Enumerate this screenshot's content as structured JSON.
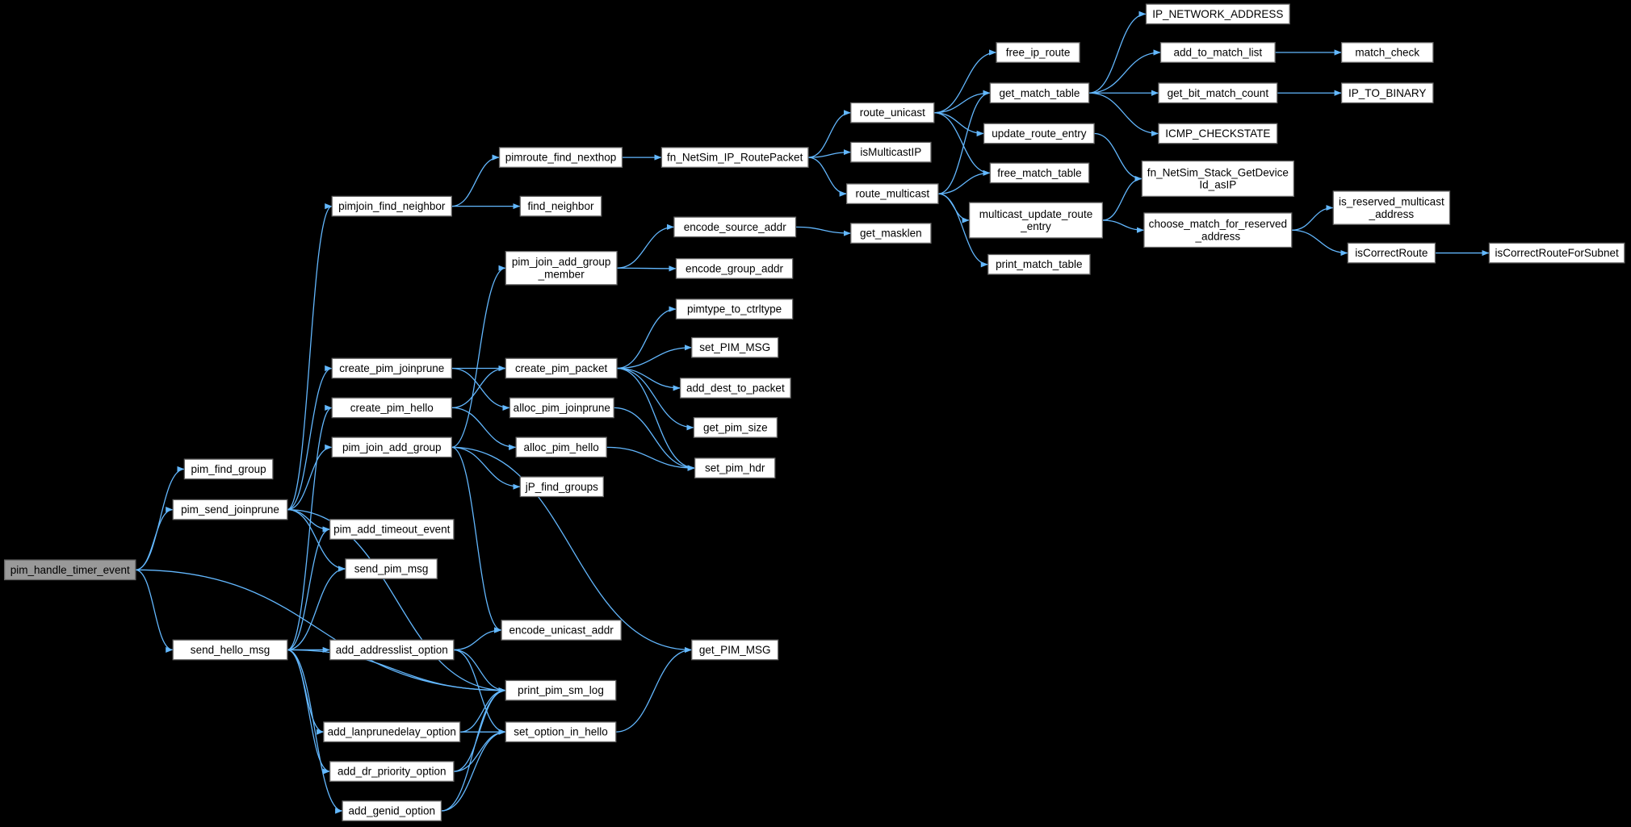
{
  "colors": {
    "background": "#000000",
    "edge": "#63B8FF",
    "node_fill": "#FFFFFF",
    "root_fill": "#999999",
    "node_border": "#666666"
  },
  "nodes": [
    {
      "id": "pim_handle_timer_event",
      "lines": [
        "pim_handle_timer_event"
      ],
      "root": true
    },
    {
      "id": "pim_find_group",
      "lines": [
        "pim_find_group"
      ]
    },
    {
      "id": "pim_send_joinprune",
      "lines": [
        "pim_send_joinprune"
      ]
    },
    {
      "id": "send_hello_msg",
      "lines": [
        "send_hello_msg"
      ]
    },
    {
      "id": "pimjoin_find_neighbor",
      "lines": [
        "pimjoin_find_neighbor"
      ]
    },
    {
      "id": "create_pim_joinprune",
      "lines": [
        "create_pim_joinprune"
      ]
    },
    {
      "id": "create_pim_hello",
      "lines": [
        "create_pim_hello"
      ]
    },
    {
      "id": "pim_join_add_group",
      "lines": [
        "pim_join_add_group"
      ]
    },
    {
      "id": "pim_add_timeout_event",
      "lines": [
        "pim_add_timeout_event"
      ]
    },
    {
      "id": "send_pim_msg",
      "lines": [
        "send_pim_msg"
      ]
    },
    {
      "id": "add_addresslist_option",
      "lines": [
        "add_addresslist_option"
      ]
    },
    {
      "id": "add_lanprunedelay_option",
      "lines": [
        "add_lanprunedelay_option"
      ]
    },
    {
      "id": "add_dr_priority_option",
      "lines": [
        "add_dr_priority_option"
      ]
    },
    {
      "id": "add_genid_option",
      "lines": [
        "add_genid_option"
      ]
    },
    {
      "id": "pimroute_find_nexthop",
      "lines": [
        "pimroute_find_nexthop"
      ]
    },
    {
      "id": "find_neighbor",
      "lines": [
        "find_neighbor"
      ]
    },
    {
      "id": "pim_join_add_group_member",
      "lines": [
        "pim_join_add_group",
        "_member"
      ]
    },
    {
      "id": "create_pim_packet",
      "lines": [
        "create_pim_packet"
      ]
    },
    {
      "id": "alloc_pim_joinprune",
      "lines": [
        "alloc_pim_joinprune"
      ]
    },
    {
      "id": "alloc_pim_hello",
      "lines": [
        "alloc_pim_hello"
      ]
    },
    {
      "id": "jP_find_groups",
      "lines": [
        "jP_find_groups"
      ]
    },
    {
      "id": "encode_unicast_addr",
      "lines": [
        "encode_unicast_addr"
      ]
    },
    {
      "id": "print_pim_sm_log",
      "lines": [
        "print_pim_sm_log"
      ]
    },
    {
      "id": "set_option_in_hello",
      "lines": [
        "set_option_in_hello"
      ]
    },
    {
      "id": "fn_NetSim_IP_RoutePacket",
      "lines": [
        "fn_NetSim_IP_RoutePacket"
      ]
    },
    {
      "id": "encode_source_addr",
      "lines": [
        "encode_source_addr"
      ]
    },
    {
      "id": "encode_group_addr",
      "lines": [
        "encode_group_addr"
      ]
    },
    {
      "id": "pimtype_to_ctrltype",
      "lines": [
        "pimtype_to_ctrltype"
      ]
    },
    {
      "id": "set_PIM_MSG",
      "lines": [
        "set_PIM_MSG"
      ]
    },
    {
      "id": "add_dest_to_packet",
      "lines": [
        "add_dest_to_packet"
      ]
    },
    {
      "id": "get_pim_size",
      "lines": [
        "get_pim_size"
      ]
    },
    {
      "id": "set_pim_hdr",
      "lines": [
        "set_pim_hdr"
      ]
    },
    {
      "id": "get_PIM_MSG",
      "lines": [
        "get_PIM_MSG"
      ]
    },
    {
      "id": "route_unicast",
      "lines": [
        "route_unicast"
      ]
    },
    {
      "id": "isMulticastIP",
      "lines": [
        "isMulticastIP"
      ]
    },
    {
      "id": "route_multicast",
      "lines": [
        "route_multicast"
      ]
    },
    {
      "id": "get_masklen",
      "lines": [
        "get_masklen"
      ]
    },
    {
      "id": "free_ip_route",
      "lines": [
        "free_ip_route"
      ]
    },
    {
      "id": "get_match_table",
      "lines": [
        "get_match_table"
      ]
    },
    {
      "id": "update_route_entry",
      "lines": [
        "update_route_entry"
      ]
    },
    {
      "id": "free_match_table",
      "lines": [
        "free_match_table"
      ]
    },
    {
      "id": "multicast_update_route_entry",
      "lines": [
        "multicast_update_route",
        "_entry"
      ]
    },
    {
      "id": "print_match_table",
      "lines": [
        "print_match_table"
      ]
    },
    {
      "id": "IP_NETWORK_ADDRESS",
      "lines": [
        "IP_NETWORK_ADDRESS"
      ]
    },
    {
      "id": "add_to_match_list",
      "lines": [
        "add_to_match_list"
      ]
    },
    {
      "id": "get_bit_match_count",
      "lines": [
        "get_bit_match_count"
      ]
    },
    {
      "id": "ICMP_CHECKSTATE",
      "lines": [
        "ICMP_CHECKSTATE"
      ]
    },
    {
      "id": "fn_NetSim_Stack_GetDeviceId_asIP",
      "lines": [
        "fn_NetSim_Stack_GetDevice",
        "Id_asIP"
      ]
    },
    {
      "id": "choose_match_for_reserved_address",
      "lines": [
        "choose_match_for_reserved",
        "_address"
      ]
    },
    {
      "id": "match_check",
      "lines": [
        "match_check"
      ]
    },
    {
      "id": "IP_TO_BINARY",
      "lines": [
        "IP_TO_BINARY"
      ]
    },
    {
      "id": "is_reserved_multicast_address",
      "lines": [
        "is_reserved_multicast",
        "_address"
      ]
    },
    {
      "id": "isCorrectRoute",
      "lines": [
        "isCorrectRoute"
      ]
    },
    {
      "id": "isCorrectRouteForSubnet",
      "lines": [
        "isCorrectRouteForSubnet"
      ]
    }
  ],
  "edges": [
    [
      "pim_handle_timer_event",
      "pim_find_group"
    ],
    [
      "pim_handle_timer_event",
      "pim_send_joinprune"
    ],
    [
      "pim_handle_timer_event",
      "send_hello_msg"
    ],
    [
      "pim_handle_timer_event",
      "print_pim_sm_log"
    ],
    [
      "pim_send_joinprune",
      "pimjoin_find_neighbor"
    ],
    [
      "pim_send_joinprune",
      "create_pim_joinprune"
    ],
    [
      "pim_send_joinprune",
      "pim_join_add_group"
    ],
    [
      "pim_send_joinprune",
      "pim_add_timeout_event"
    ],
    [
      "pim_send_joinprune",
      "send_pim_msg"
    ],
    [
      "pim_send_joinprune",
      "print_pim_sm_log"
    ],
    [
      "send_hello_msg",
      "create_pim_hello"
    ],
    [
      "send_hello_msg",
      "pim_add_timeout_event"
    ],
    [
      "send_hello_msg",
      "send_pim_msg"
    ],
    [
      "send_hello_msg",
      "add_addresslist_option"
    ],
    [
      "send_hello_msg",
      "print_pim_sm_log"
    ],
    [
      "send_hello_msg",
      "add_lanprunedelay_option"
    ],
    [
      "send_hello_msg",
      "add_dr_priority_option"
    ],
    [
      "send_hello_msg",
      "add_genid_option"
    ],
    [
      "pimjoin_find_neighbor",
      "pimroute_find_nexthop"
    ],
    [
      "pimjoin_find_neighbor",
      "find_neighbor"
    ],
    [
      "create_pim_joinprune",
      "create_pim_packet"
    ],
    [
      "create_pim_joinprune",
      "alloc_pim_joinprune"
    ],
    [
      "create_pim_hello",
      "create_pim_packet"
    ],
    [
      "create_pim_hello",
      "alloc_pim_hello"
    ],
    [
      "pim_join_add_group",
      "pim_join_add_group_member"
    ],
    [
      "pim_join_add_group",
      "jP_find_groups"
    ],
    [
      "pim_join_add_group",
      "get_PIM_MSG"
    ],
    [
      "pim_join_add_group",
      "encode_unicast_addr"
    ],
    [
      "pim_join_add_group_member",
      "encode_source_addr"
    ],
    [
      "pim_join_add_group_member",
      "encode_group_addr"
    ],
    [
      "create_pim_packet",
      "pimtype_to_ctrltype"
    ],
    [
      "create_pim_packet",
      "set_PIM_MSG"
    ],
    [
      "create_pim_packet",
      "add_dest_to_packet"
    ],
    [
      "create_pim_packet",
      "get_pim_size"
    ],
    [
      "create_pim_packet",
      "set_pim_hdr"
    ],
    [
      "alloc_pim_joinprune",
      "set_pim_hdr"
    ],
    [
      "alloc_pim_hello",
      "set_pim_hdr"
    ],
    [
      "add_addresslist_option",
      "encode_unicast_addr"
    ],
    [
      "add_addresslist_option",
      "print_pim_sm_log"
    ],
    [
      "add_addresslist_option",
      "set_option_in_hello"
    ],
    [
      "add_lanprunedelay_option",
      "print_pim_sm_log"
    ],
    [
      "add_lanprunedelay_option",
      "set_option_in_hello"
    ],
    [
      "add_dr_priority_option",
      "print_pim_sm_log"
    ],
    [
      "add_dr_priority_option",
      "set_option_in_hello"
    ],
    [
      "add_genid_option",
      "print_pim_sm_log"
    ],
    [
      "add_genid_option",
      "set_option_in_hello"
    ],
    [
      "set_option_in_hello",
      "get_PIM_MSG"
    ],
    [
      "pimroute_find_nexthop",
      "fn_NetSim_IP_RoutePacket"
    ],
    [
      "fn_NetSim_IP_RoutePacket",
      "route_unicast"
    ],
    [
      "fn_NetSim_IP_RoutePacket",
      "isMulticastIP"
    ],
    [
      "fn_NetSim_IP_RoutePacket",
      "route_multicast"
    ],
    [
      "encode_source_addr",
      "get_masklen"
    ],
    [
      "route_unicast",
      "free_ip_route"
    ],
    [
      "route_unicast",
      "get_match_table"
    ],
    [
      "route_unicast",
      "update_route_entry"
    ],
    [
      "route_unicast",
      "free_match_table"
    ],
    [
      "route_multicast",
      "get_match_table"
    ],
    [
      "route_multicast",
      "free_match_table"
    ],
    [
      "route_multicast",
      "multicast_update_route_entry"
    ],
    [
      "route_multicast",
      "print_match_table"
    ],
    [
      "get_match_table",
      "IP_NETWORK_ADDRESS"
    ],
    [
      "get_match_table",
      "add_to_match_list"
    ],
    [
      "get_match_table",
      "get_bit_match_count"
    ],
    [
      "get_match_table",
      "ICMP_CHECKSTATE"
    ],
    [
      "update_route_entry",
      "fn_NetSim_Stack_GetDeviceId_asIP"
    ],
    [
      "multicast_update_route_entry",
      "fn_NetSim_Stack_GetDeviceId_asIP"
    ],
    [
      "multicast_update_route_entry",
      "choose_match_for_reserved_address"
    ],
    [
      "add_to_match_list",
      "match_check"
    ],
    [
      "get_bit_match_count",
      "IP_TO_BINARY"
    ],
    [
      "choose_match_for_reserved_address",
      "is_reserved_multicast_address"
    ],
    [
      "choose_match_for_reserved_address",
      "isCorrectRoute"
    ],
    [
      "isCorrectRoute",
      "isCorrectRouteForSubnet"
    ]
  ]
}
